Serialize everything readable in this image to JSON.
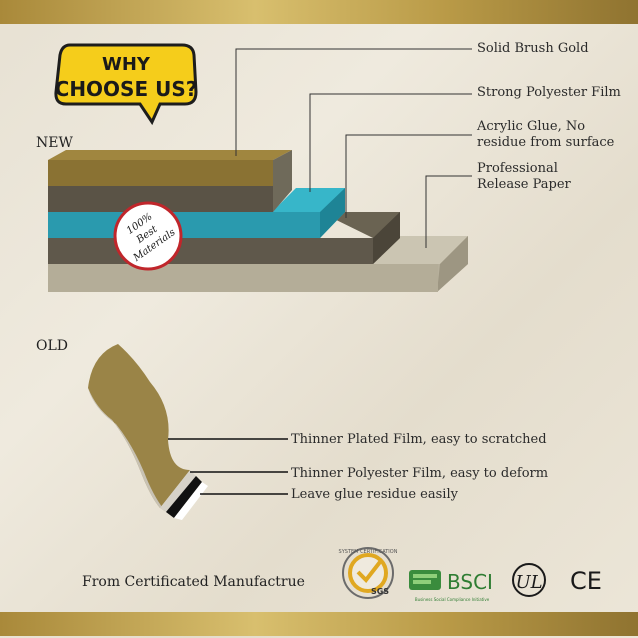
{
  "bubble": {
    "line1": "WHY",
    "line2": "CHOOSE US?"
  },
  "new_label": "NEW",
  "old_label": "OLD",
  "badge": {
    "line1": "100%",
    "line2": "Best",
    "line3": "Materials"
  },
  "new_layers": [
    {
      "label": "Solid Brush Gold"
    },
    {
      "label": "Strong Polyester Film"
    },
    {
      "label": "Acrylic Glue, No\nresidue from surface"
    },
    {
      "label": "Professional\nRelease Paper"
    }
  ],
  "old_layers": [
    {
      "label": "Thinner Plated Film, easy to scratched"
    },
    {
      "label": "Thinner Polyester Film, easy to deform"
    },
    {
      "label": "Leave glue residue easily"
    }
  ],
  "footer": {
    "text": "From Certificated Manufactrue"
  },
  "certifications": {
    "sgs": "SGS",
    "sgs_ring": "SYSTEM CERTIFICATION",
    "bsci": "BSCI",
    "bsci_sub": "Business Social Compliance Initiative",
    "ul": "UL",
    "ce": "CE"
  },
  "colors": {
    "gold": "#8a7233",
    "teal": "#2ea3b6",
    "brown": "#5c5549",
    "paper": "#b9b29e",
    "bubble_yellow": "#f5cd1b"
  }
}
